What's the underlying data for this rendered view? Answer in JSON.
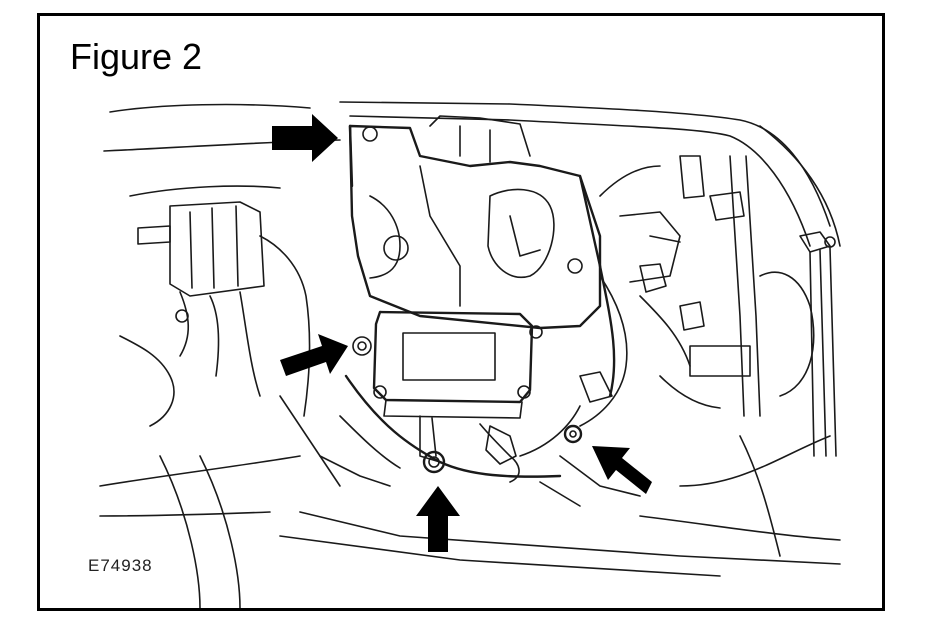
{
  "figure": {
    "title": "Figure 2",
    "code": "E74938"
  },
  "colors": {
    "line": "#1a1a1a",
    "arrow": "#000000",
    "background": "#ffffff"
  },
  "arrows": [
    {
      "name": "top-left-arrow",
      "direction": "right"
    },
    {
      "name": "middle-left-arrow",
      "direction": "up-right"
    },
    {
      "name": "bottom-center-arrow",
      "direction": "up"
    },
    {
      "name": "right-arrow",
      "direction": "up-left"
    }
  ]
}
